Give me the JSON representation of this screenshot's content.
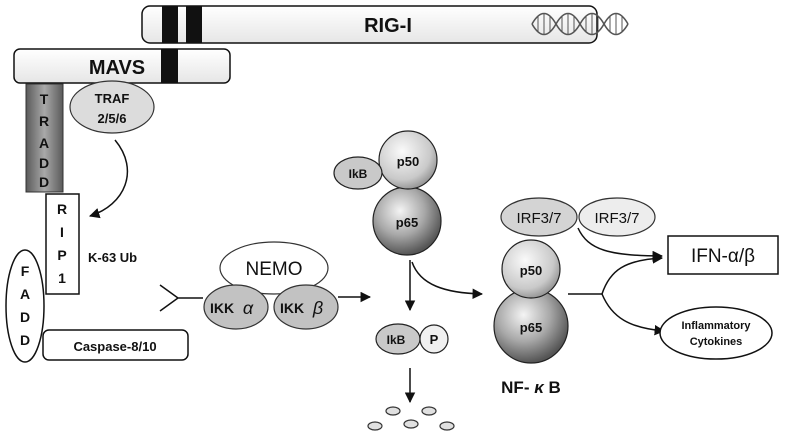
{
  "labels": {
    "rigi": "RIG-I",
    "mavs": "MAVS",
    "tradd": [
      "T",
      "R",
      "A",
      "D",
      "D"
    ],
    "traf_line1": "TRAF",
    "traf_line2": "2/5/6",
    "rip1": [
      "R",
      "I",
      "P",
      "1"
    ],
    "k63ub": "K-63 Ub",
    "fadd": [
      "F",
      "A",
      "D",
      "D"
    ],
    "caspase": "Caspase-8/10",
    "nemo": "NEMO",
    "ikka_text": "IKK",
    "ikka_greek": "α",
    "ikkb_text": "IKK",
    "ikkb_greek": "β",
    "ikb_top": "IkB",
    "p50_top": "p50",
    "p65_top": "p65",
    "ikb_bottom": "IkB",
    "phospho": "P",
    "p50_nfkb": "p50",
    "p65_nfkb": "p65",
    "nfkb_text": "NF- ",
    "nfkb_greek": "κ",
    "nfkb_b": " B",
    "irf_left": "IRF3/7",
    "irf_right": "IRF3/7",
    "ifn": "IFN-α/β",
    "inflam_line1": "Inflammatory",
    "inflam_line2": "Cytokines"
  },
  "colors": {
    "bar_fill": "#f4f4f4",
    "bar_band": "#111111",
    "gray_light": "#dcdcdc",
    "gray_mid": "#b0b0b0",
    "gray_dark": "#6e6e6e",
    "line": "#111111"
  },
  "icons": [
    "dna-helix-icon",
    "ubiquitin-dots-icon"
  ]
}
